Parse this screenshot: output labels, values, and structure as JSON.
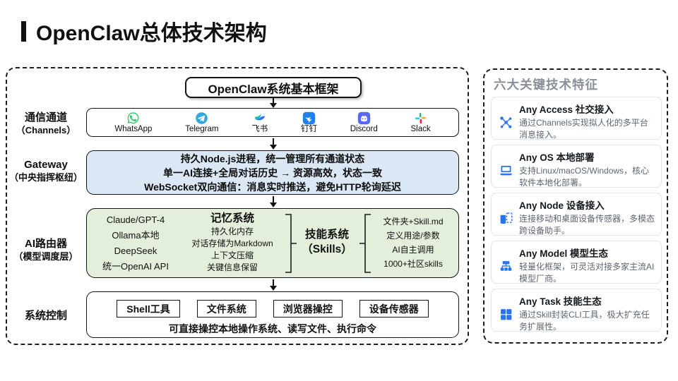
{
  "page": {
    "title": "OpenClaw总体技术架构"
  },
  "architecture": {
    "frame_title": "OpenClaw系统基本框架",
    "channels": {
      "label_line1": "通信通道",
      "label_line2": "（Channels）",
      "apps": [
        {
          "name": "WhatsApp",
          "icon": "whatsapp-icon"
        },
        {
          "name": "Telegram",
          "icon": "telegram-icon"
        },
        {
          "name": "飞书",
          "icon": "feishu-icon"
        },
        {
          "name": "钉钉",
          "icon": "dingtalk-icon"
        },
        {
          "name": "Discord",
          "icon": "discord-icon"
        },
        {
          "name": "Slack",
          "icon": "slack-icon"
        }
      ]
    },
    "gateway": {
      "label_line1": "Gateway",
      "label_line2": "（中央指挥枢纽）",
      "lines": [
        "持久Node.js进程，统一管理所有通道状态",
        "单一AI连接+全局对话历史 → 资源高效，状态一致",
        "WebSocket双向通信：消息实时推送，避免HTTP轮询延迟"
      ]
    },
    "ai_router": {
      "label_line1": "AI路由器",
      "label_line2": "（模型调度层）",
      "models": [
        "Claude/GPT-4",
        "Ollama本地",
        "DeepSeek",
        "统一OpenAI API"
      ],
      "memory": {
        "title": "记忆系统",
        "items": [
          "持久化内存",
          "对话存储为Markdown",
          "上下文压缩",
          "关键信息保留"
        ]
      },
      "skills": {
        "title_line1": "技能系统",
        "title_line2": "（Skills）",
        "items": [
          "文件夹+Skill.md",
          "定义用途/参数",
          "AI自主调用",
          "1000+社区skills"
        ]
      }
    },
    "system_control": {
      "label": "系统控制",
      "tools": [
        "Shell工具",
        "文件系统",
        "浏览器操控",
        "设备传感器"
      ],
      "note": "可直接操控本地操作系统、读写文件、执行命令"
    }
  },
  "features": {
    "title": "六大关键技术特征",
    "cards": [
      {
        "title": "Any Access 社交接入",
        "desc": "通过Channels实现拟人化的多平台消息接入。",
        "icon": "network-icon"
      },
      {
        "title": "Any OS 本地部署",
        "desc": "支持Linux/macOS/Windows，核心软件本地化部署。",
        "icon": "laptop-icon"
      },
      {
        "title": "Any Node 设备接入",
        "desc": "连接移动和桌面设备传感器，多模态跨设备助手。",
        "icon": "devices-icon"
      },
      {
        "title": "Any Model 模型生态",
        "desc": "轻量化框架，可灵活对接多家主流AI模型厂商。",
        "icon": "hierarchy-icon"
      },
      {
        "title": "Any Task 技能生态",
        "desc": "通过Skill封装CLI工具，极大扩充任务扩展性。",
        "icon": "grid-icon"
      }
    ]
  },
  "colors": {
    "gateway_bg": "#dbe7f4",
    "ai_router_bg": "#e3efdb",
    "feature_icon_blue": "#2673f5",
    "features_title_gray": "#8a9099",
    "whatsapp_green": "#24cc63",
    "telegram_blue": "#32a8dd",
    "feishu_teal": "#14c7b8",
    "feishu_blue": "#3370ff",
    "dingtalk_blue": "#1e80f0",
    "discord_blurple": "#5968f2",
    "slack_colors": [
      "#36c5f0",
      "#2eb67d",
      "#ecb22e",
      "#e01e5a"
    ]
  }
}
